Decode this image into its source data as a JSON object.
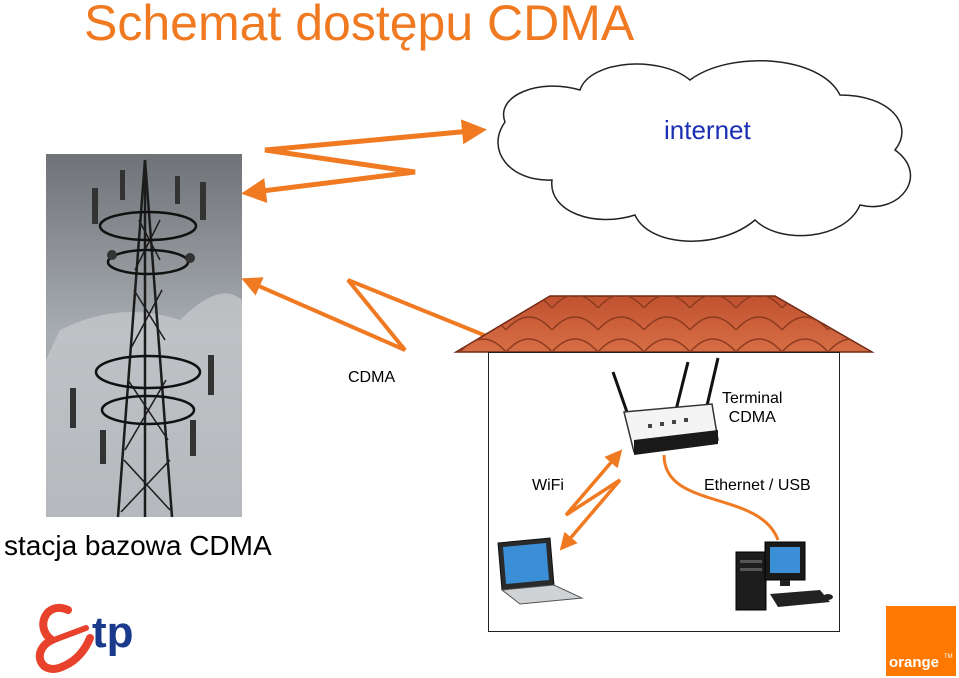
{
  "title": "Schemat dostępu CDMA",
  "cloud": {
    "label": "internet"
  },
  "tower": {
    "label": "stacja bazowa CDMA"
  },
  "links": {
    "cdma": "CDMA",
    "wifi": "WiFi",
    "ethernet": "Ethernet / USB"
  },
  "terminal": {
    "line1": "Terminal",
    "line2": "CDMA"
  },
  "logos": {
    "tp_text": "tp",
    "orange_text": "orange",
    "orange_mark": "TM"
  },
  "colors": {
    "accent": "#f07a22",
    "arrow": "#f07a22",
    "cloud_text": "#1a2fb3",
    "roof": "#c9593a",
    "orange_brand": "#ff7900",
    "tp_blue": "#1b3a8c",
    "tp_red": "#e8412c"
  },
  "icons": {
    "tower": "cell-tower-icon",
    "router": "router-icon",
    "laptop": "laptop-icon",
    "desktop": "desktop-computer-icon"
  }
}
